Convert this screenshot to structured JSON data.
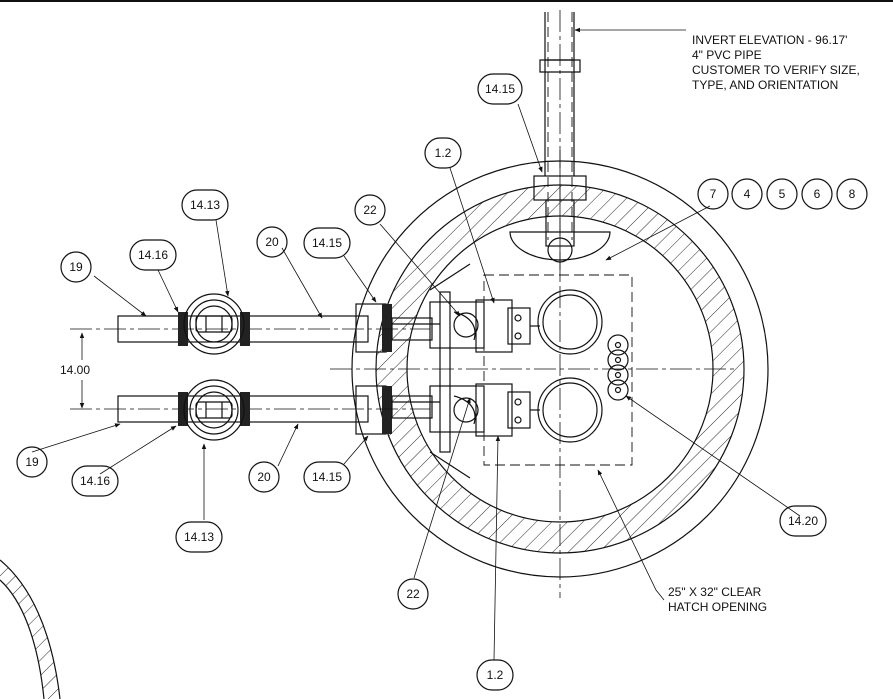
{
  "note_invert": {
    "line1": "INVERT ELEVATION - 96.17'",
    "line2": "4\" PVC PIPE",
    "line3": "CUSTOMER TO VERIFY SIZE,",
    "line4": "TYPE, AND ORIENTATION"
  },
  "note_hatch": {
    "line1": "25\" X 32\" CLEAR",
    "line2": "HATCH OPENING"
  },
  "dimension": {
    "label": "14.00"
  },
  "callouts": {
    "c14_15_top": "14.15",
    "c1_2_top": "1.2",
    "c7": "7",
    "c4": "4",
    "c5": "5",
    "c6": "6",
    "c8": "8",
    "c14_13_top": "14.13",
    "c22_top": "22",
    "c20_top": "20",
    "c14_15_left": "14.15",
    "c14_16_top": "14.16",
    "c19_top": "19",
    "c19_bottom": "19",
    "c14_16_bottom": "14.16",
    "c20_bottom": "20",
    "c14_15_bottom": "14.15",
    "c14_13_bottom": "14.13",
    "c14_20": "14.20",
    "c22_bottom": "22",
    "c1_2_bottom": "1.2"
  }
}
